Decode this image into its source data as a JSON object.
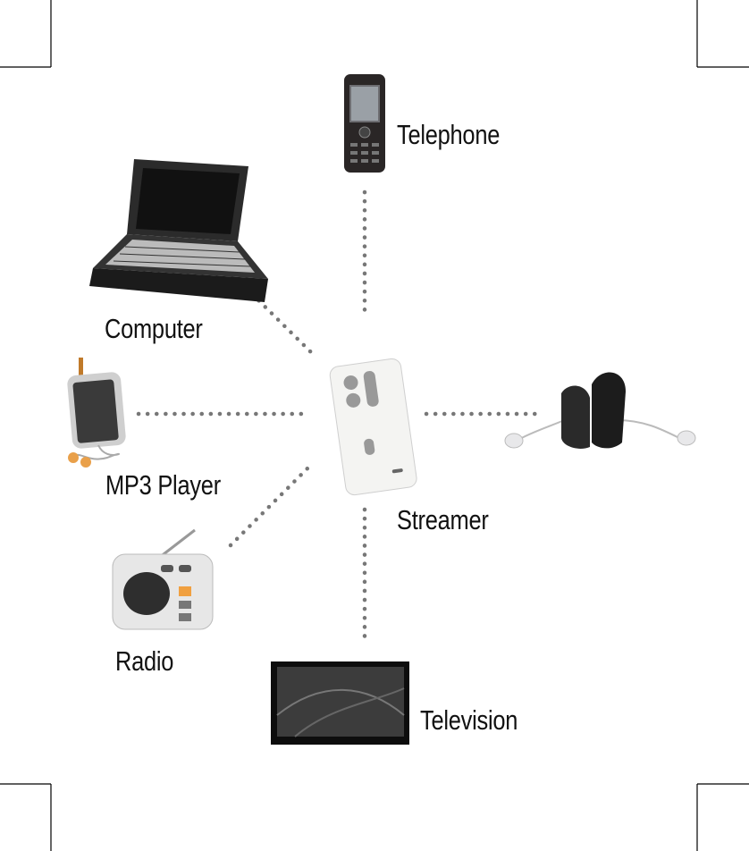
{
  "diagram": {
    "hub": {
      "label": "Streamer"
    },
    "devices": [
      {
        "label": "Telephone"
      },
      {
        "label": "Computer"
      },
      {
        "label": "MP3 Player"
      },
      {
        "label": "Radio"
      },
      {
        "label": "Television"
      }
    ],
    "output": {
      "name": "hearing-aids"
    }
  }
}
